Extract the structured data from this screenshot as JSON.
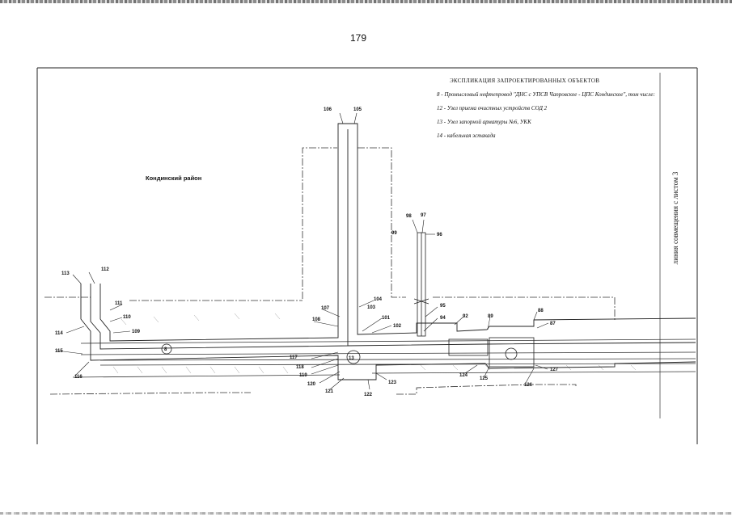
{
  "page_number": "179",
  "legend": {
    "title": "ЭКСПЛИКАЦИЯ ЗАПРОЕКТИРОВАННЫХ ОБЪЕКТОВ",
    "items": [
      "8 - Промысловый нефтепровод \"ДНС с УПСВ Чапровское - ЦПС Кондинское\", том числе:",
      "12 - Узел приема очистных устройств СОД 2",
      "13 - Узел запорной арматуры №6, УКК",
      "14 - кабельная эстакада"
    ]
  },
  "district_label": "Кондинский район",
  "combination_line_label": "линия совмещения с листом 3",
  "callouts": {
    "c113": "113",
    "c112": "112",
    "c111": "111",
    "c110": "110",
    "c109": "109",
    "c114": "114",
    "c115": "115",
    "c116": "116",
    "c106": "106",
    "c105": "105",
    "c107": "107",
    "c108": "108",
    "c104": "104",
    "c103": "103",
    "c101": "101",
    "c102": "102",
    "c117": "117",
    "c118": "118",
    "c119": "119",
    "c120": "120",
    "c121": "121",
    "c122": "122",
    "c123": "123",
    "c98": "98",
    "c97": "97",
    "c96": "96",
    "c99": "99",
    "c95": "95",
    "c94": "94",
    "c92": "92",
    "c89": "89",
    "c88": "88",
    "c87": "87",
    "c124": "124",
    "c125": "125",
    "c126": "126",
    "c127": "127"
  },
  "markers": {
    "m8": "8",
    "m13": "13"
  }
}
